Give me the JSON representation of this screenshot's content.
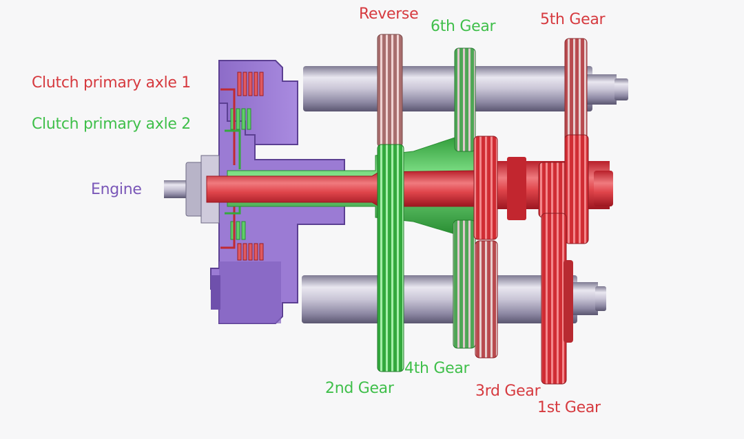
{
  "colors": {
    "red": "#d63a3f",
    "green": "#3fbf4a",
    "purple": "#7a57b8",
    "background": "#f7f7f8"
  },
  "labels": {
    "reverse": "Reverse",
    "sixth": "6th Gear",
    "fifth": "5th Gear",
    "clutch1": "Clutch primary axle 1",
    "clutch2": "Clutch primary axle 2",
    "engine": "Engine",
    "fourth": "4th Gear",
    "second": "2nd Gear",
    "third": "3rd Gear",
    "first": "1st Gear"
  }
}
